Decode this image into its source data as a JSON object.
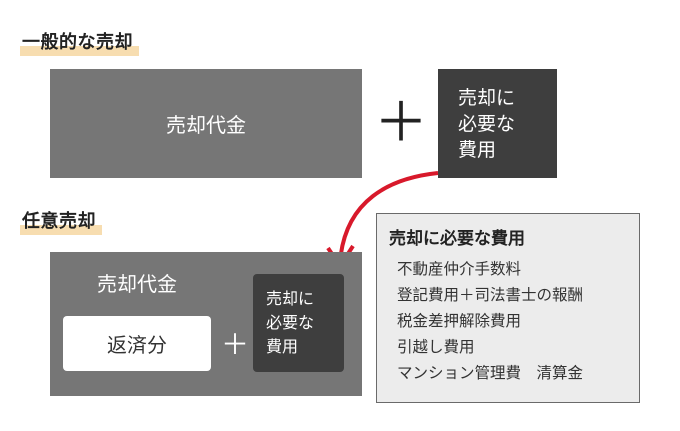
{
  "section1": {
    "heading": "一般的な売却",
    "sale_price": "売却代金",
    "plus": "＋",
    "costs_lines": [
      "売却に",
      "必要な",
      "費用"
    ]
  },
  "section2": {
    "heading": "任意売却",
    "sale_price": "売却代金",
    "repayment": "返済分",
    "plus": "＋",
    "costs_lines": [
      "売却に",
      "必要な",
      "費用"
    ]
  },
  "costs_list": {
    "title": "売却に必要な費用",
    "items": [
      "不動産仲介手数料",
      "登記費用＋司法書士の報酬",
      "税金差押解除費用",
      "引越し費用",
      "マンション管理費　清算金"
    ]
  },
  "colors": {
    "highlight": "#f7ddb0",
    "gray_box": "#767676",
    "dark_box": "#3e3e3e",
    "arrow": "#d8192b"
  }
}
